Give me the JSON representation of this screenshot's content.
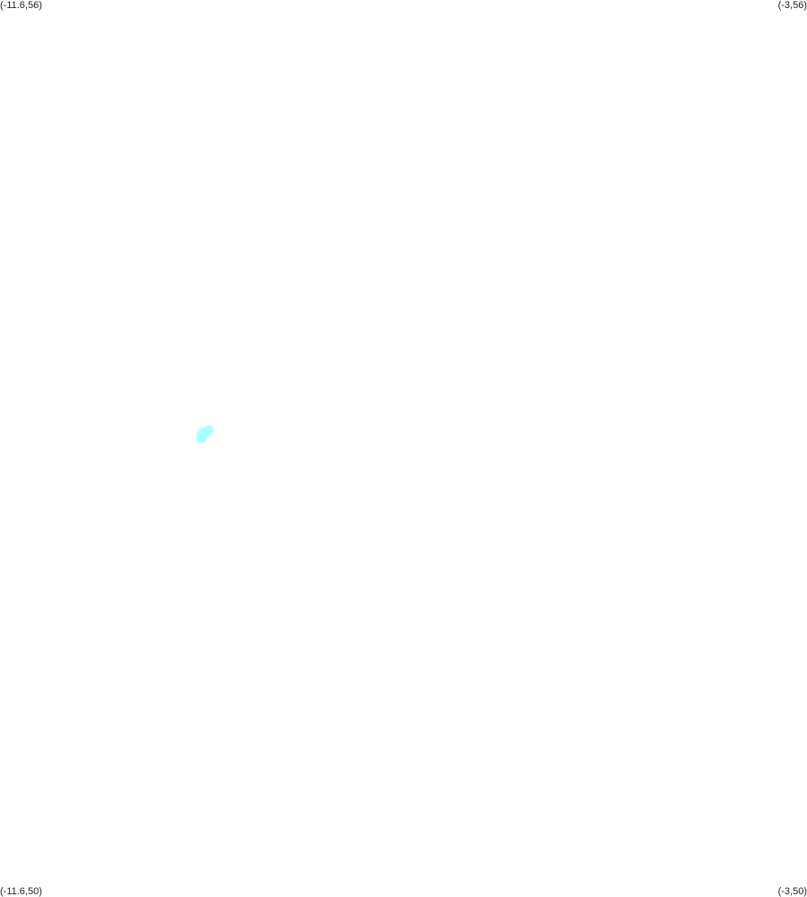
{
  "map": {
    "corners": {
      "top_left": "(-11.6,56)",
      "top_right": "(-3,56)",
      "bottom_left": "(-11.6,50)",
      "bottom_right": "(-3,50)"
    },
    "bounds": {
      "lon_min": -11.6,
      "lon_max": -3,
      "lat_min": 50,
      "lat_max": 56
    },
    "features": [
      {
        "type": "polygon",
        "color": "#aaffff",
        "coordinates": [
          [
            -9.48,
            53.12
          ],
          [
            -9.37,
            53.15
          ],
          [
            -9.34,
            53.14
          ],
          [
            -9.33,
            53.12
          ],
          [
            -9.35,
            53.1
          ],
          [
            -9.38,
            53.09
          ],
          [
            -9.4,
            53.07
          ],
          [
            -9.42,
            53.05
          ],
          [
            -9.46,
            53.04
          ],
          [
            -9.49,
            53.05
          ],
          [
            -9.5,
            53.08
          ]
        ]
      }
    ]
  }
}
